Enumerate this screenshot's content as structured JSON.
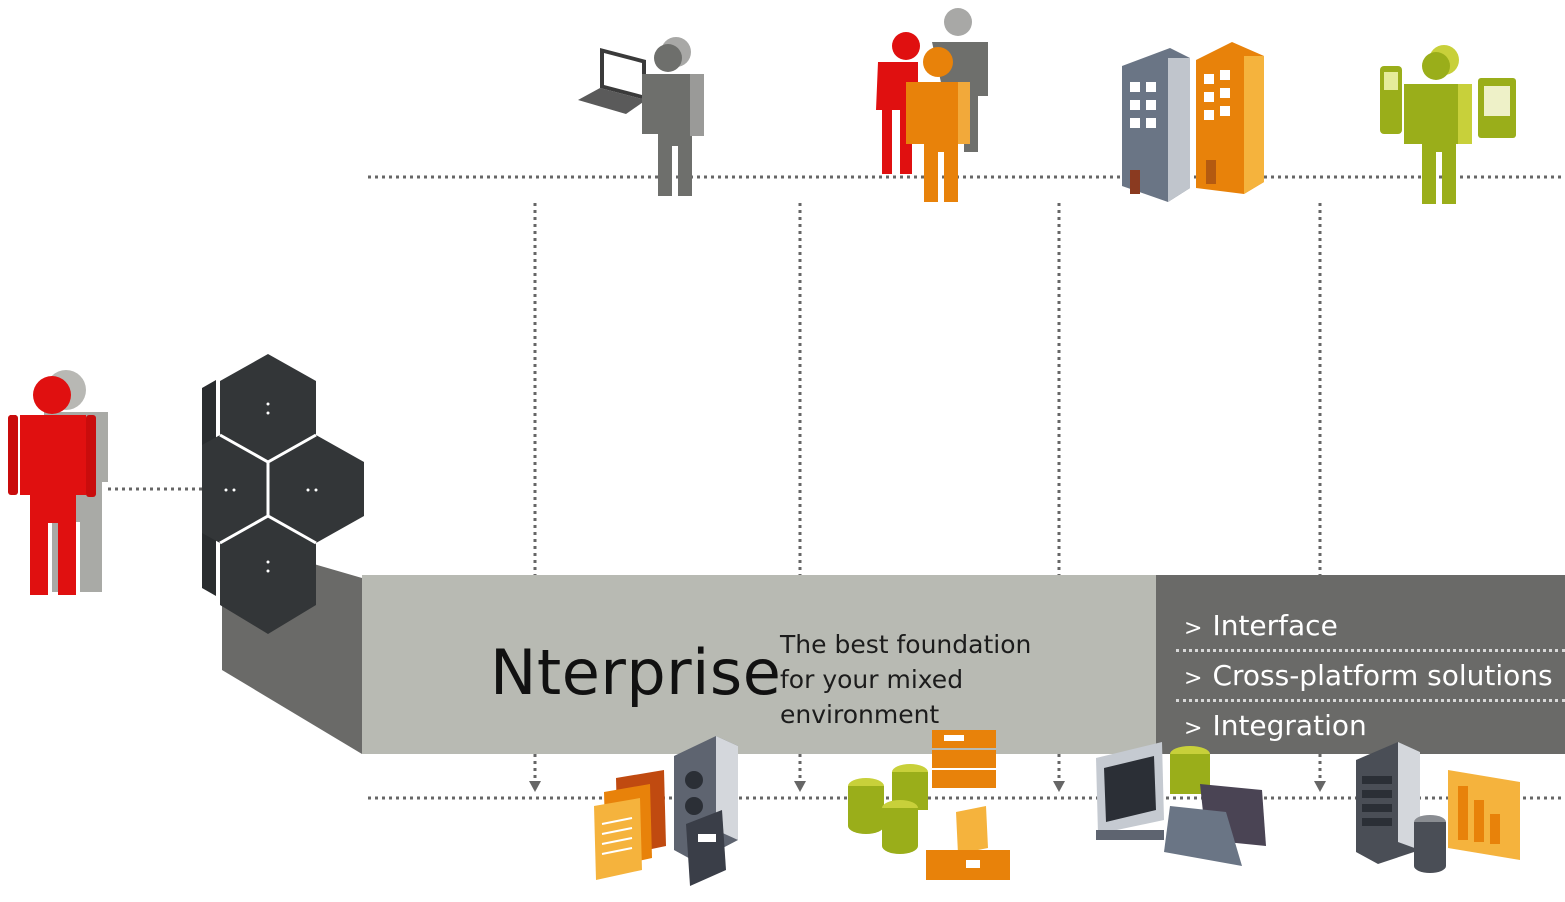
{
  "brand": {
    "name": "Nterprise"
  },
  "tagline": {
    "line1": "The best foundation",
    "line2": "for your mixed",
    "line3": "environment"
  },
  "menu": {
    "items": [
      {
        "arrow": ">",
        "label": "Interface"
      },
      {
        "arrow": ">",
        "label": "Cross-platform solutions"
      },
      {
        "arrow": ">",
        "label": "Integration"
      }
    ]
  },
  "icons": {
    "top": [
      "laptop-user-icon",
      "user-group-icon",
      "office-buildings-icon",
      "mobile-user-icon"
    ],
    "bottom": [
      "documents-server-icon",
      "databases-servers-icon",
      "desktop-folders-icon",
      "server-rack-chart-icon"
    ],
    "left": [
      "red-user-icon",
      "hexagon-cluster-icon"
    ]
  },
  "colors": {
    "red": "#e01010",
    "orange": "#e8820a",
    "green": "#9aae1a",
    "slate": "#333638",
    "band": "#b8bab3",
    "band_dark": "#6a6a68",
    "gray": "#6e6f6c"
  }
}
